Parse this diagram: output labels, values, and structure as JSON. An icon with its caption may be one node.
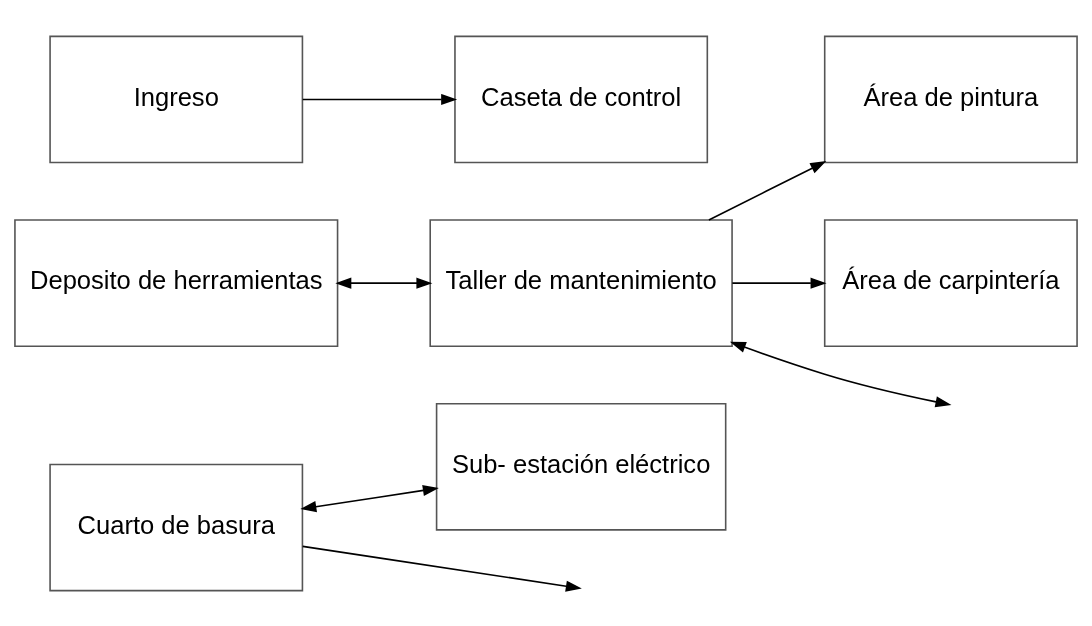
{
  "diagram": {
    "nodes": [
      {
        "text": [
          "Sub- estación eléctrico"
        ]
      },
      {
        "text": [
          "Cuarto de basura"
        ]
      },
      {
        "text": [
          "Deposito de herramientas"
        ]
      },
      {
        "text": [
          "Taller de mantenimiento"
        ]
      },
      {
        "text": [
          "Área de pintura"
        ]
      },
      {
        "text": [
          "Área de carpintería"
        ]
      },
      {
        "text": [
          "Caseta de control"
        ]
      },
      {
        "text": [
          "Ingreso"
        ]
      }
    ],
    "edges": [
      {
        "from": 1,
        "to": 0,
        "arrow": "both"
      },
      {
        "from": 1,
        "to": null,
        "arrow": "to"
      },
      {
        "from": 2,
        "to": 3,
        "arrow": "both"
      },
      {
        "from": 3,
        "to": 4,
        "arrow": "to"
      },
      {
        "from": 3,
        "to": 5,
        "arrow": "to"
      },
      {
        "from": 3,
        "to": null,
        "arrow": "both"
      },
      {
        "from": 7,
        "to": 6,
        "arrow": "to"
      }
    ]
  }
}
